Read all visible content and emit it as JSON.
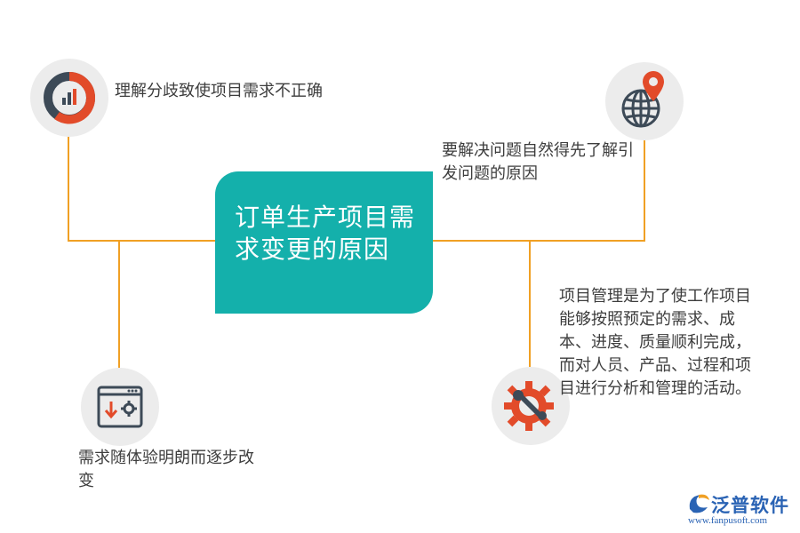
{
  "center_title": "订单生产项目需求变更的原因",
  "nodes": [
    {
      "text": "理解分歧致使项目需求不正确",
      "icon": "chart-icon"
    },
    {
      "text": "要解决问题自然得先了解引发问题的原因",
      "icon": "globe-pin-icon"
    },
    {
      "text": "项目管理是为了使工作项目能够按照预定的需求、成本、进度、质量顺利完成，而对人员、产品、过程和项目进行分析和管理的活动。",
      "icon": "wrench-gear-icon"
    },
    {
      "text": "需求随体验明朗而逐步改变",
      "icon": "window-settings-icon"
    }
  ],
  "logo": {
    "brand": "泛普软件",
    "url": "www.fanpusoft.com"
  },
  "colors": {
    "teal": "#14b0ab",
    "orange": "#f0a024",
    "red": "#e24b2a",
    "dark": "#3d4a57",
    "circle": "#ececec"
  }
}
